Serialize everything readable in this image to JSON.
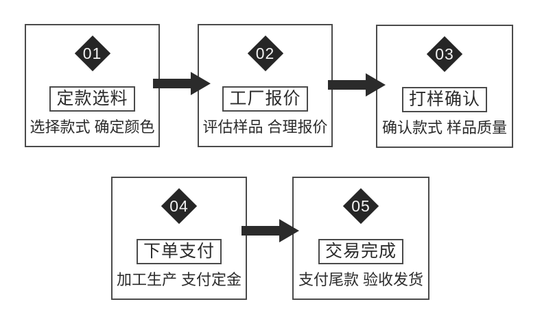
{
  "colors": {
    "ink": "#2b2b2b",
    "border": "#4a4a4a",
    "diamond": "#262626",
    "arrow": "#2b2b2b",
    "badgeText": "#f2f2f2",
    "bg": "#ffffff"
  },
  "steps": [
    {
      "number": "01",
      "title": "定款选料",
      "subtitle": "选择款式 确定颜色"
    },
    {
      "number": "02",
      "title": "工厂报价",
      "subtitle": "评估样品 合理报价"
    },
    {
      "number": "03",
      "title": "打样确认",
      "subtitle": "确认款式 样品质量"
    },
    {
      "number": "04",
      "title": "下单支付",
      "subtitle": "加工生产 支付定金"
    },
    {
      "number": "05",
      "title": "交易完成",
      "subtitle": "支付尾款 验收发货"
    }
  ]
}
